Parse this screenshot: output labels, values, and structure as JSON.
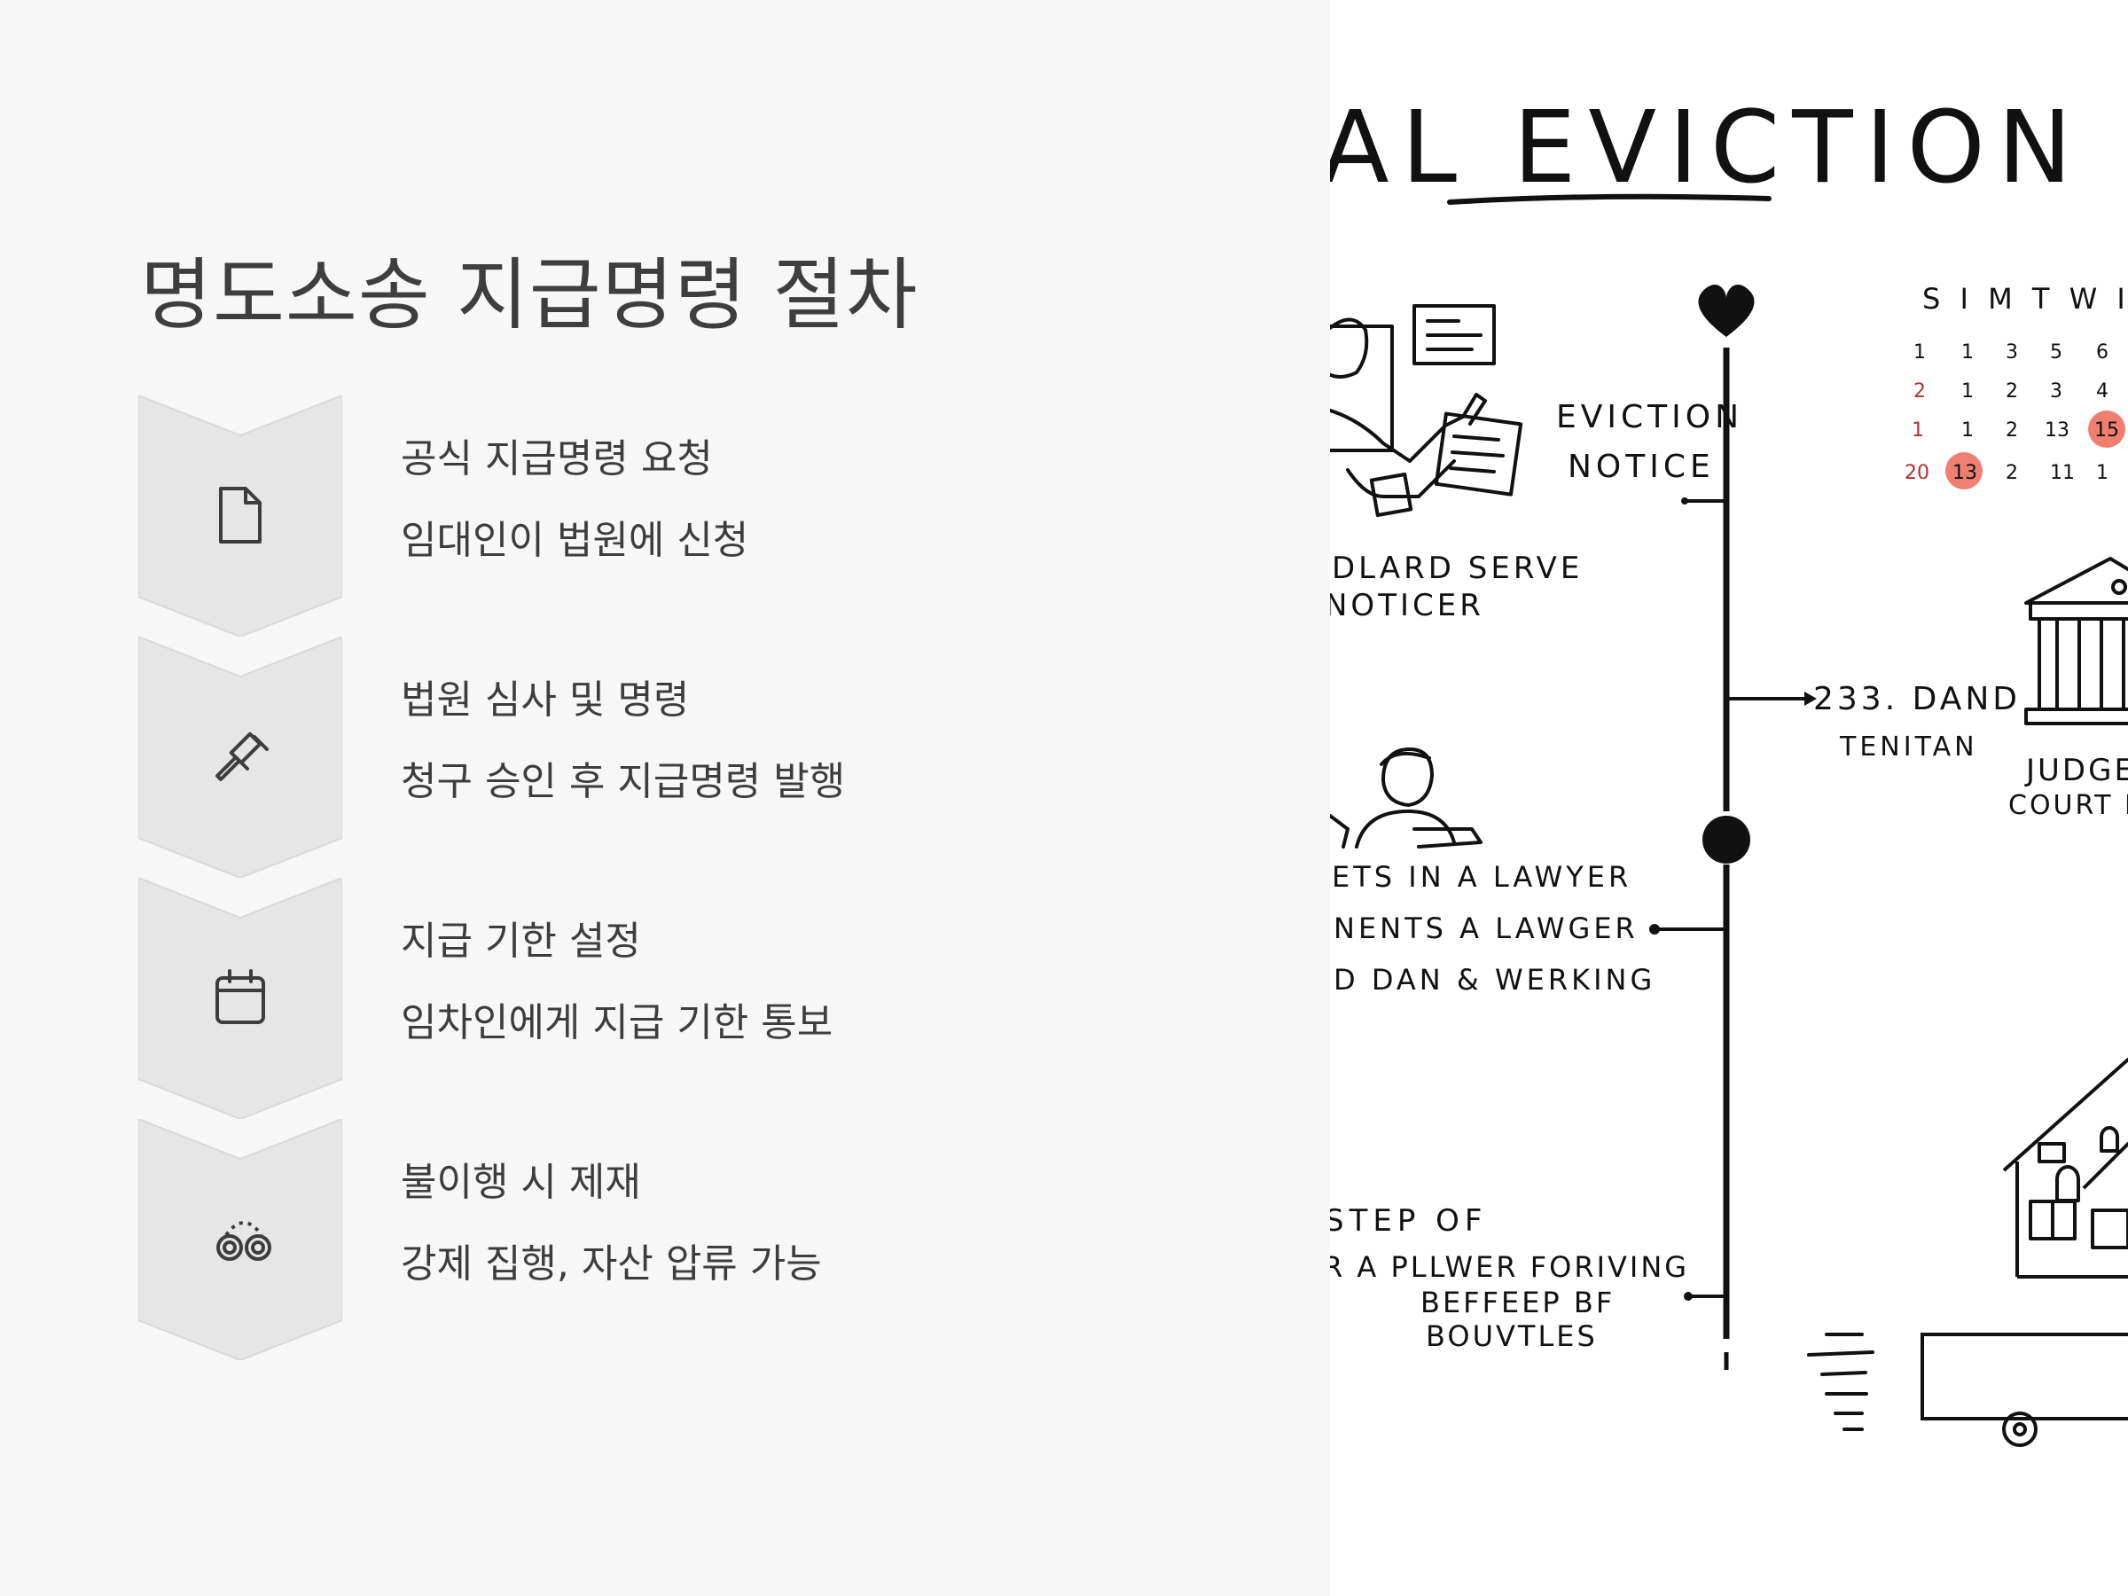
{
  "slide": {
    "title": "명도소송 지급명령 절차",
    "steps": [
      {
        "heading": "공식 지급명령 요청",
        "description": "임대인이 법원에 신청",
        "icon": "document-icon"
      },
      {
        "heading": "법원 심사 및 명령",
        "description": "청구 승인 후 지급명령 발행",
        "icon": "gavel-icon"
      },
      {
        "heading": "지급 기한 설정",
        "description": "임차인에게 지급 기한 통보",
        "icon": "calendar-icon"
      },
      {
        "heading": "불이행 시 제재",
        "description": "강제 집행, 자산 압류 가능",
        "icon": "handcuffs-icon"
      }
    ]
  },
  "illustration": {
    "title": "AL EVICTION PROCE",
    "notice_label_1": "EVICTION",
    "notice_label_2": "NOTICE",
    "serve_label_1": "DLARD SERVE",
    "serve_label_2": "NOTICER",
    "calendar_header": "S I M T W I F",
    "calendar_rows": [
      [
        "1",
        "1",
        "3",
        "5",
        "6"
      ],
      [
        "2",
        "1",
        "2",
        "3",
        "4"
      ],
      [
        "1",
        "1",
        "2",
        "13",
        "15"
      ],
      [
        "20",
        "13",
        "2",
        "11",
        "1"
      ]
    ],
    "hearing_label_1": "233. DAND",
    "hearing_label_2": "TENITAN",
    "judge_label_1": "JUDGE",
    "judge_label_2": "COURT II",
    "lawyer_label_1": "ETS IN A LAWYER",
    "lawyer_label_2": "NENTS A LAWGER",
    "lawyer_label_3": "D DAN & WERKING",
    "final_label_1": "STEP OF",
    "final_label_2": "R A PLLWER FORIVING",
    "final_label_3": "BEFFEEP BF",
    "final_label_4": "BOUVTLES",
    "colors": {
      "ink": "#111111",
      "highlight": "#f07f72"
    }
  }
}
